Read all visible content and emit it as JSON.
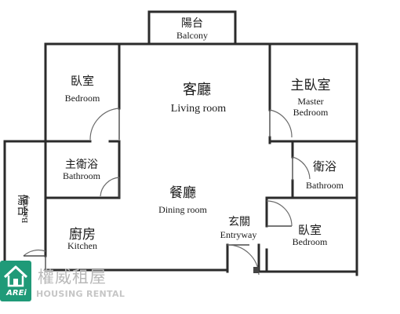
{
  "rooms": [
    {
      "id": "balcony-top",
      "zh": "陽台",
      "en": "Balcony"
    },
    {
      "id": "bedroom-1",
      "zh": "臥室",
      "en": "Bedroom"
    },
    {
      "id": "living-room",
      "zh": "客廳",
      "en": "Living room"
    },
    {
      "id": "master-bedroom",
      "zh": "主臥室",
      "en": "Master",
      "en2": "Bedroom"
    },
    {
      "id": "master-bathroom",
      "zh": "主衛浴",
      "en": "Bathroom"
    },
    {
      "id": "bathroom",
      "zh": "衛浴",
      "en": "Bathroom"
    },
    {
      "id": "dining-room",
      "zh": "餐廳",
      "en": "Dining room"
    },
    {
      "id": "entryway",
      "zh": "玄關",
      "en": "Entryway"
    },
    {
      "id": "bedroom-2",
      "zh": "臥室",
      "en": "Bedroom"
    },
    {
      "id": "kitchen",
      "zh": "廚房",
      "en": "Kitchen"
    },
    {
      "id": "balcony-side",
      "zh": "陽台",
      "en": "Balcony"
    }
  ],
  "watermark": {
    "abbr": "AREi",
    "name": "權威租屋",
    "subtitle": "HOUSING RENTAL",
    "color": "#1f9a78"
  }
}
